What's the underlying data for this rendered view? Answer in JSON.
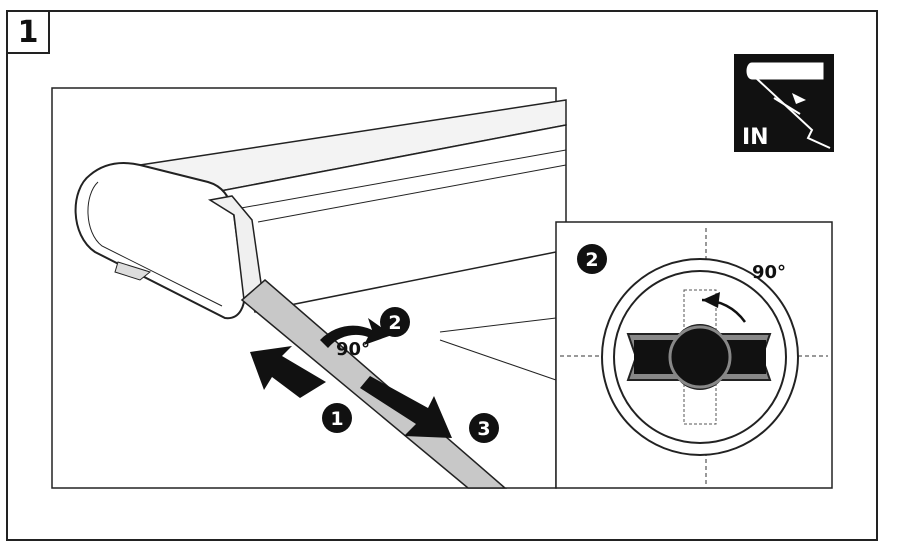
{
  "step": {
    "number": "1"
  },
  "labels": {
    "n1": "1",
    "n2": "2",
    "n3": "3",
    "rot": "90°"
  },
  "detail": {
    "n2": "2",
    "rot": "90°"
  },
  "inset": {
    "label": "IN"
  },
  "colors": {
    "ink": "#111111",
    "bar": "#c8c8c8",
    "panel_bg": "#ffffff",
    "inset_bg": "#111111"
  },
  "icons": [
    "circled-number-icon",
    "rotate-arrow-icon",
    "push-arrow-icon",
    "pull-arrow-icon",
    "in-direction-icon",
    "rotation-knob-icon"
  ]
}
